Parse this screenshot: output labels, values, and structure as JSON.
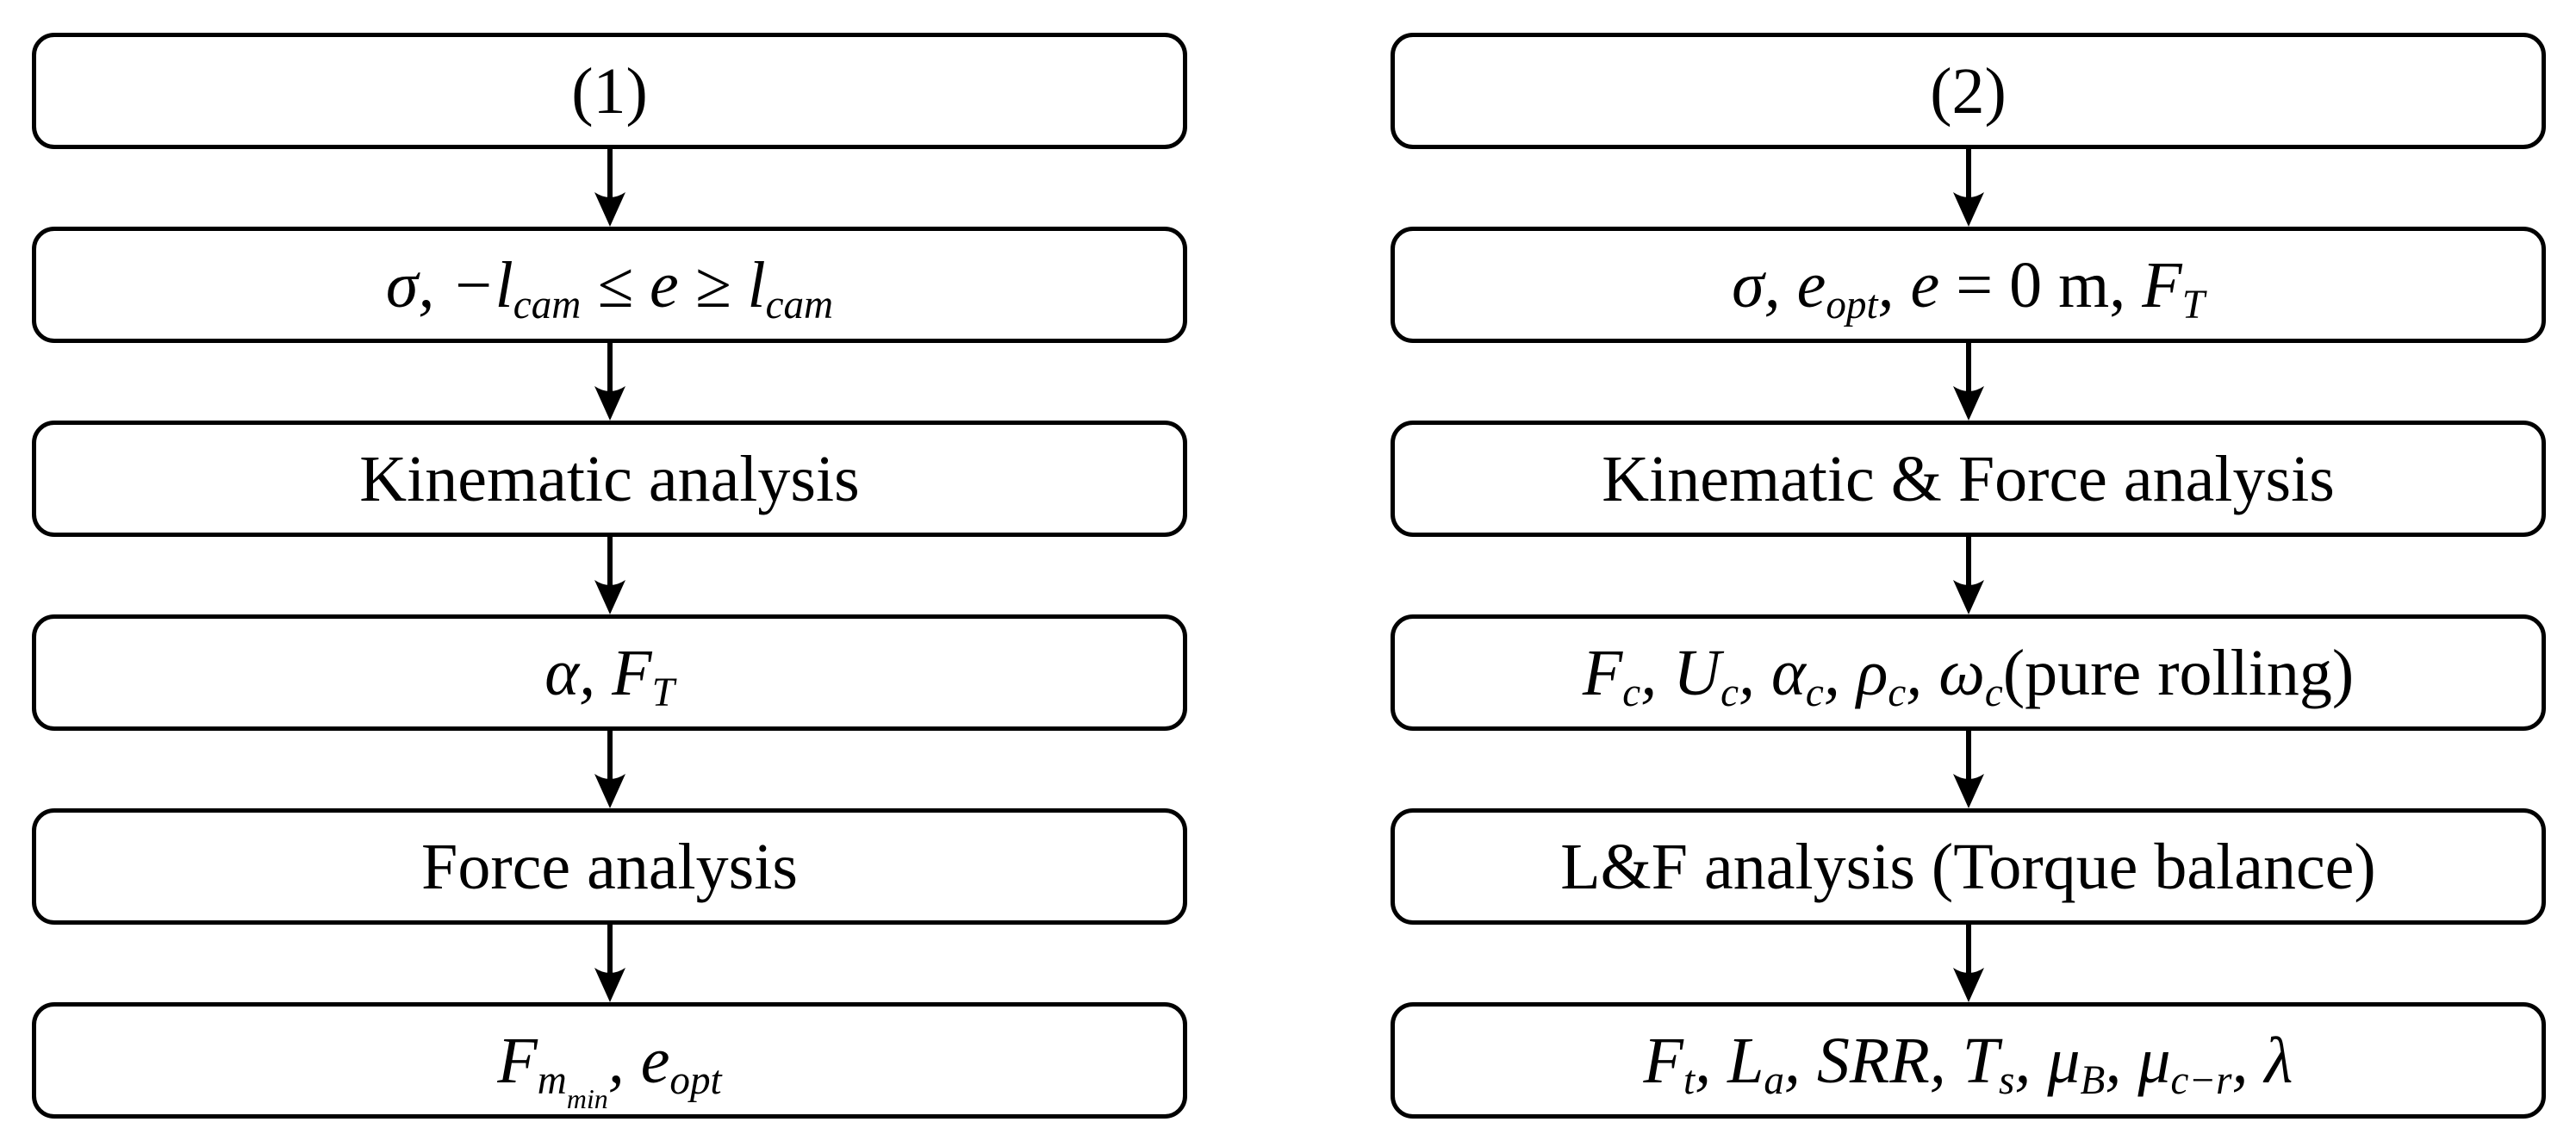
{
  "page": {
    "background_color": "#ffffff",
    "ink_color": "#000000"
  },
  "flowchart": {
    "columns": [
      {
        "boxes": [
          {
            "label": [
              {
                "t": "(1)"
              }
            ]
          },
          {
            "label": [
              {
                "t": "σ, −l",
                "i": 1
              },
              {
                "t": "cam",
                "i": 1,
                "sub": 1
              },
              {
                "t": " ≤ e ≥ l",
                "i": 1
              },
              {
                "t": "cam",
                "i": 1,
                "sub": 1
              }
            ]
          },
          {
            "label": [
              {
                "t": "Kinematic analysis"
              }
            ]
          },
          {
            "label": [
              {
                "t": "α, F",
                "i": 1
              },
              {
                "t": "T",
                "i": 1,
                "sub": 1
              }
            ]
          },
          {
            "label": [
              {
                "t": "Force analysis"
              }
            ]
          },
          {
            "label": [
              {
                "t": "F",
                "i": 1
              },
              {
                "t": "m",
                "i": 1,
                "sub": 1
              },
              {
                "t": "min",
                "i": 1,
                "sub": 2
              },
              {
                "t": ", e",
                "i": 1
              },
              {
                "t": "opt",
                "i": 1,
                "sub": 1
              }
            ]
          }
        ]
      },
      {
        "boxes": [
          {
            "label": [
              {
                "t": "(2)"
              }
            ]
          },
          {
            "label": [
              {
                "t": "σ, e",
                "i": 1
              },
              {
                "t": "opt",
                "i": 1,
                "sub": 1
              },
              {
                "t": ", e",
                "i": 1
              },
              {
                "t": " = 0 m, "
              },
              {
                "t": "F",
                "i": 1
              },
              {
                "t": "T",
                "i": 1,
                "sub": 1
              }
            ]
          },
          {
            "label": [
              {
                "t": "Kinematic & Force analysis"
              }
            ]
          },
          {
            "label": [
              {
                "t": "F",
                "i": 1
              },
              {
                "t": "c",
                "i": 1,
                "sub": 1
              },
              {
                "t": ", U",
                "i": 1
              },
              {
                "t": "c",
                "i": 1,
                "sub": 1
              },
              {
                "t": ", α",
                "i": 1
              },
              {
                "t": "c",
                "i": 1,
                "sub": 1
              },
              {
                "t": ", ρ",
                "i": 1
              },
              {
                "t": "c",
                "i": 1,
                "sub": 1
              },
              {
                "t": ", ω",
                "i": 1
              },
              {
                "t": "c",
                "i": 1,
                "sub": 1
              },
              {
                "t": "(pure rolling)"
              }
            ]
          },
          {
            "label": [
              {
                "t": "L&F analysis (Torque balance)"
              }
            ]
          },
          {
            "label": [
              {
                "t": "F",
                "i": 1
              },
              {
                "t": "t",
                "i": 1,
                "sub": 1
              },
              {
                "t": ", L",
                "i": 1
              },
              {
                "t": "a",
                "i": 1,
                "sub": 1
              },
              {
                "t": ", SRR, T",
                "i": 1
              },
              {
                "t": "s",
                "i": 1,
                "sub": 1
              },
              {
                "t": ", μ",
                "i": 1
              },
              {
                "t": "B",
                "i": 1,
                "sub": 1
              },
              {
                "t": ", μ",
                "i": 1
              },
              {
                "t": "c−r",
                "i": 1,
                "sub": 1
              },
              {
                "t": ", λ",
                "i": 1
              }
            ]
          }
        ]
      }
    ]
  }
}
